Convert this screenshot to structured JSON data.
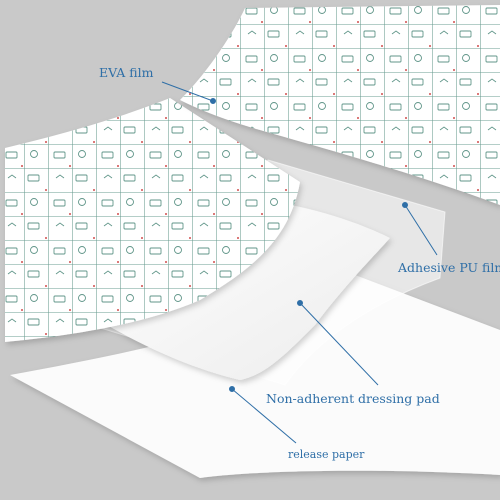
{
  "labels": {
    "eva_film": "EVA film",
    "adhesive_pu_film": "Adhesive PU film",
    "pad": "Non-adherent dressing pad",
    "release_paper": "release paper"
  },
  "colors": {
    "background": "#c9c9c9",
    "grid": "#4f8a7c",
    "label": "#2f6fa7",
    "print_red": "#d86a6a"
  },
  "icons": {
    "leader_dot": "leader-dot-icon",
    "print_motif": "printed-bandage-icon"
  }
}
